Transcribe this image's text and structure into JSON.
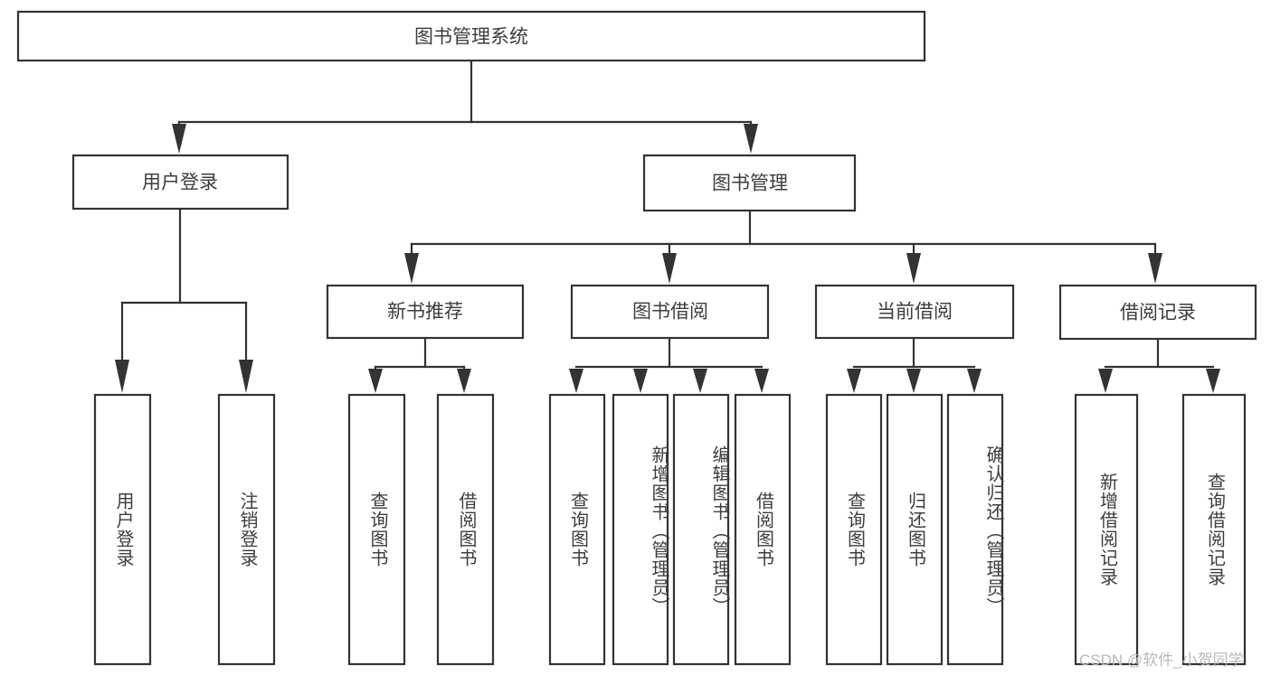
{
  "diagram": {
    "type": "tree-hierarchy",
    "title": "图书管理系统",
    "levels": 4,
    "root": {
      "id": "root",
      "label": "图书管理系统",
      "orientation": "horizontal"
    },
    "level2": [
      {
        "id": "user-login",
        "label": "用户登录",
        "orientation": "horizontal"
      },
      {
        "id": "book-manage",
        "label": "图书管理",
        "orientation": "horizontal"
      }
    ],
    "level3": [
      {
        "id": "new-book-rec",
        "label": "新书推荐",
        "orientation": "horizontal",
        "parent": "book-manage"
      },
      {
        "id": "book-borrow",
        "label": "图书借阅",
        "orientation": "horizontal",
        "parent": "book-manage"
      },
      {
        "id": "current-borrow",
        "label": "当前借阅",
        "orientation": "horizontal",
        "parent": "book-manage"
      },
      {
        "id": "borrow-record",
        "label": "借阅记录",
        "orientation": "horizontal",
        "parent": "book-manage"
      }
    ],
    "leaves": [
      {
        "id": "leaf-user-login",
        "label": "用户登录",
        "parent": "user-login",
        "orientation": "vertical"
      },
      {
        "id": "leaf-user-logout",
        "label": "注销登录",
        "parent": "user-login",
        "orientation": "vertical"
      },
      {
        "id": "leaf-query-book-1",
        "label": "查询图书",
        "parent": "new-book-rec",
        "orientation": "vertical"
      },
      {
        "id": "leaf-borrow-book-1",
        "label": "借阅图书",
        "parent": "new-book-rec",
        "orientation": "vertical"
      },
      {
        "id": "leaf-query-book-2",
        "label": "查询图书",
        "parent": "book-borrow",
        "orientation": "vertical"
      },
      {
        "id": "leaf-add-book",
        "label": "新增图书（管理员）",
        "parent": "book-borrow",
        "orientation": "vertical"
      },
      {
        "id": "leaf-edit-book",
        "label": "编辑图书（管理员）",
        "parent": "book-borrow",
        "orientation": "vertical"
      },
      {
        "id": "leaf-borrow-book-2",
        "label": "借阅图书",
        "parent": "book-borrow",
        "orientation": "vertical"
      },
      {
        "id": "leaf-query-book-3",
        "label": "查询图书",
        "parent": "current-borrow",
        "orientation": "vertical"
      },
      {
        "id": "leaf-return-book",
        "label": "归还图书",
        "parent": "current-borrow",
        "orientation": "vertical"
      },
      {
        "id": "leaf-confirm-return",
        "label": "确认归还（管理员）",
        "parent": "current-borrow",
        "orientation": "vertical"
      },
      {
        "id": "leaf-add-record",
        "label": "新增借阅记录",
        "parent": "borrow-record",
        "orientation": "vertical"
      },
      {
        "id": "leaf-query-record",
        "label": "查询借阅记录",
        "parent": "borrow-record",
        "orientation": "vertical"
      }
    ],
    "colors": {
      "background": "#ffffff",
      "box_fill": "#ffffff",
      "box_stroke": "#333333",
      "text": "#3d3d3d",
      "connector": "#333333",
      "watermark": "#b9b9b9"
    }
  },
  "watermark": {
    "text": "CSDN @软件_小贺同学"
  }
}
